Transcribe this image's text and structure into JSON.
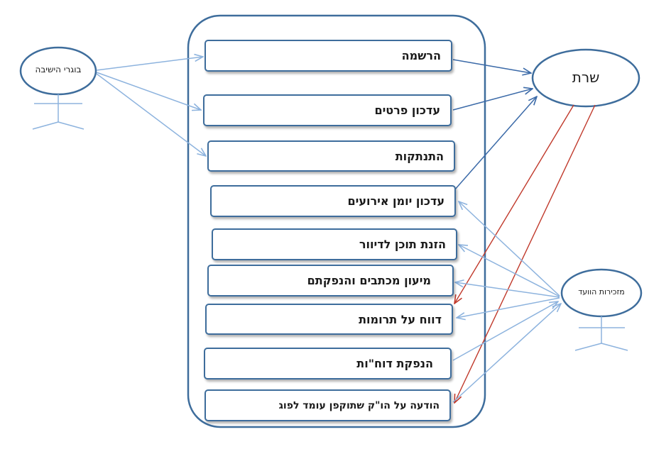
{
  "actors": {
    "graduates": "בוגרי הישיבה",
    "secretariat": "מזכירות הוועד"
  },
  "server": "שרת",
  "use_cases": [
    "הרשמה",
    "עדכון פרטים",
    "התנתקות",
    "עדכון יומן אירועים",
    "הזנת תוכן לדיוור",
    "מיעון מכתבים והנפקתם",
    "דווח על תרומות",
    "הנפקת דוח\"ות",
    "הודעה על הו\"ק שתוקפן עומד לפוג"
  ],
  "colors": {
    "frame": "#3e6d9c",
    "graduates_arrows": "#8db3de",
    "server_arrows": "#3b6aa8",
    "secretariat_arrows": "#8db3de",
    "server_red_arrows": "#c0392b"
  }
}
